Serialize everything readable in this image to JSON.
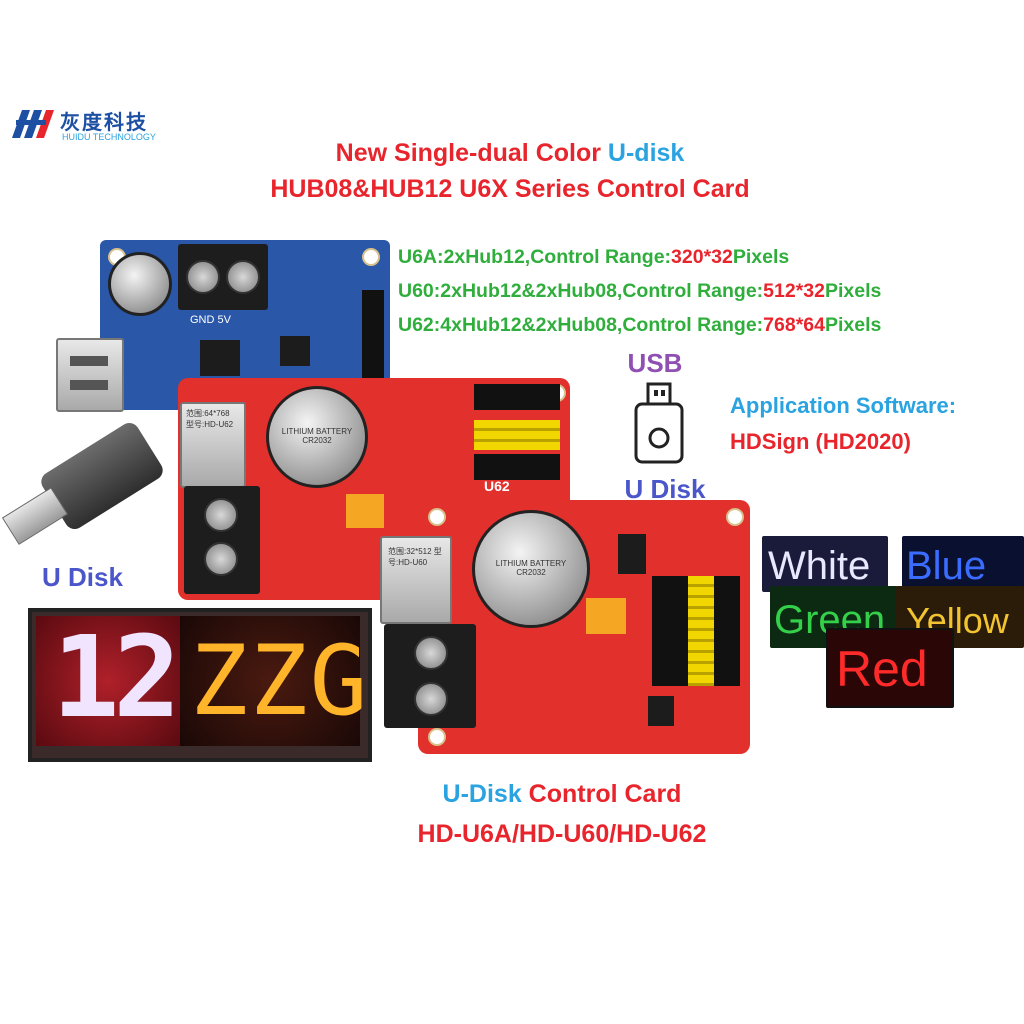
{
  "brand": {
    "name_cn": "灰度科技",
    "name_en": "HUIDU TECHNOLOGY"
  },
  "title": {
    "line1_a": "New Single-dual Color ",
    "line1_b": "U-disk",
    "line2": "HUB08&HUB12 U6X Series Control Card"
  },
  "specs": [
    {
      "model": "U6A:2xHub12,Control Range:",
      "range": "320*32",
      "unit": "Pixels"
    },
    {
      "model": "U60:2xHub12&2xHub08,Control Range:",
      "range": "512*32",
      "unit": "Pixels"
    },
    {
      "model": "U62:4xHub12&2xHub08,Control Range:",
      "range": "768*64",
      "unit": "Pixels"
    }
  ],
  "usb_label": "USB",
  "udisk_label_right": "U Disk",
  "udisk_label_left": "U Disk",
  "software": {
    "label": "Application Software:",
    "name": "HDSign (HD2020)"
  },
  "bottom": {
    "line1_a": "U-Disk",
    "line1_b": " Control Card",
    "line2": "HD-U6A/HD-U60/HD-U62"
  },
  "boards": {
    "blue_label": "GND 5V",
    "u62_label": "U62",
    "battery_text": "LITHIUM BATTERY CR2032",
    "u62_sticker": "范围:64*768 型号:HD-U62",
    "u60_sticker": "范围:32*512 型号:HD-U60"
  },
  "led_display": {
    "left_number": "12",
    "right_text": "ZZG"
  },
  "color_panels": [
    {
      "text": "White",
      "color": "#e8e8ff"
    },
    {
      "text": "Blue",
      "color": "#3a6cff"
    },
    {
      "text": "Green",
      "color": "#35d04a"
    },
    {
      "text": "Yellow",
      "color": "#f2c431"
    },
    {
      "text": "Red",
      "color": "#ff2a2a"
    }
  ]
}
